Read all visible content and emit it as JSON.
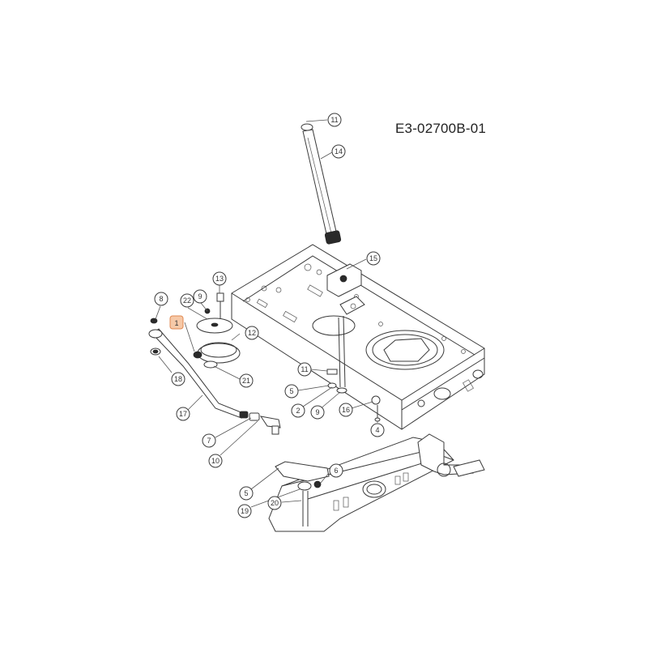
{
  "drawing_id": "E3-02700B-01",
  "highlight_color": "#f0a070",
  "callouts": [
    {
      "label": "11"
    },
    {
      "label": "14"
    },
    {
      "label": "15"
    },
    {
      "label": "8"
    },
    {
      "label": "22"
    },
    {
      "label": "9"
    },
    {
      "label": "13"
    },
    {
      "label": "1",
      "highlighted": true
    },
    {
      "label": "12"
    },
    {
      "label": "18"
    },
    {
      "label": "21"
    },
    {
      "label": "11"
    },
    {
      "label": "5"
    },
    {
      "label": "2"
    },
    {
      "label": "9"
    },
    {
      "label": "16"
    },
    {
      "label": "4"
    },
    {
      "label": "17"
    },
    {
      "label": "7"
    },
    {
      "label": "10"
    },
    {
      "label": "6"
    },
    {
      "label": "5"
    },
    {
      "label": "19"
    },
    {
      "label": "20"
    }
  ]
}
